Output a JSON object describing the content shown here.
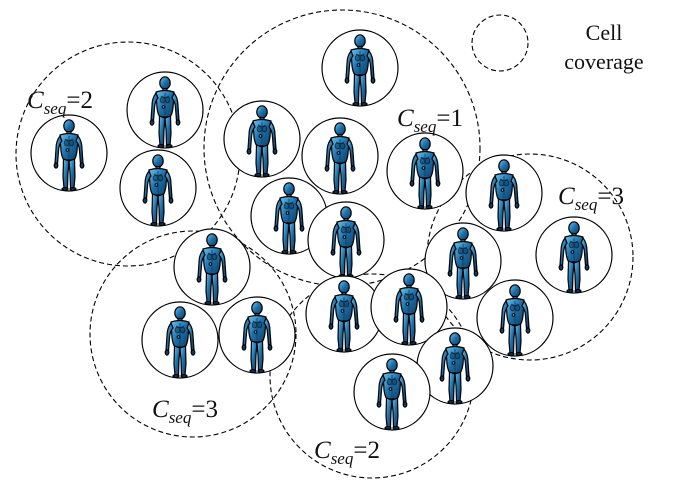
{
  "legend": {
    "line1": "Cell",
    "line2": "coverage"
  },
  "cluster_labels": [
    {
      "var": "C",
      "sub": "seq",
      "value": "=2"
    },
    {
      "var": "C",
      "sub": "seq",
      "value": "=1"
    },
    {
      "var": "C",
      "sub": "seq",
      "value": "=3"
    },
    {
      "var": "C",
      "sub": "seq",
      "value": "=3"
    },
    {
      "var": "C",
      "sub": "seq",
      "value": "=2"
    }
  ],
  "colors": {
    "person_fill": "#1d6fa8",
    "person_highlight": "#6cc6f0",
    "person_dark": "#0d3d63",
    "ring_stroke": "#000000"
  },
  "icons": {
    "person": "human-figure-icon",
    "cell": "dashed-circle"
  }
}
